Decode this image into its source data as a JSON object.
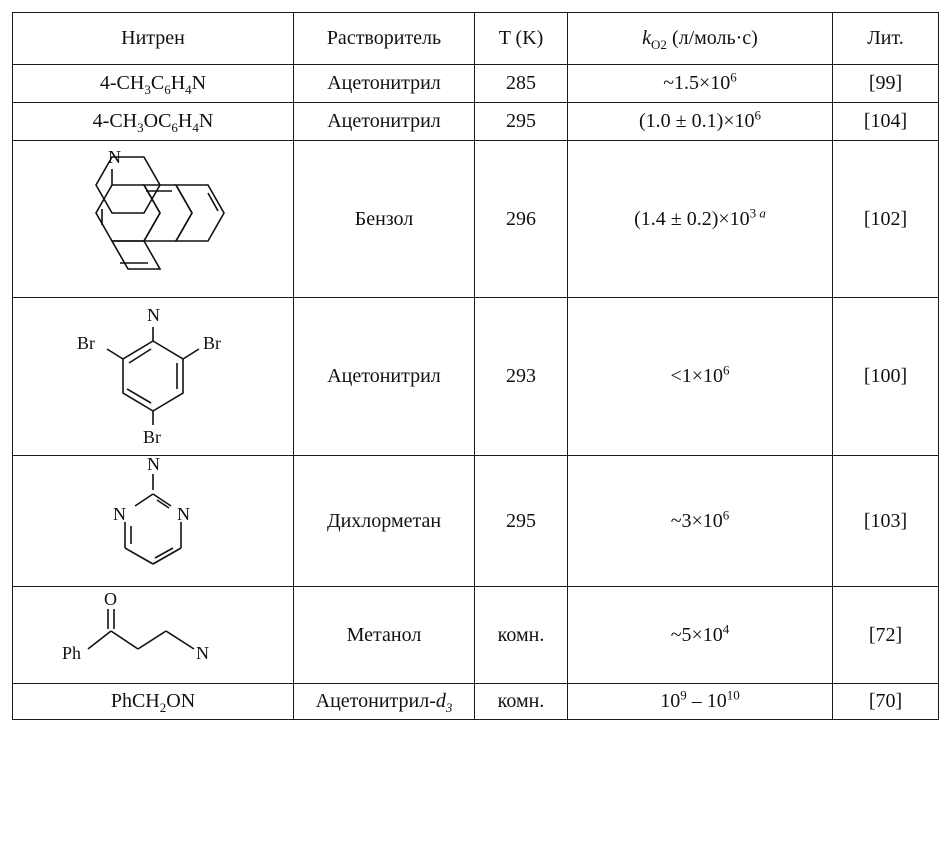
{
  "headers": {
    "nitrene": "Нитрен",
    "solvent": "Растворитель",
    "temp": "T (K)",
    "k_symbol": "k",
    "k_sub": "O2",
    "k_units": " (л/моль·с)",
    "ref": "Лит."
  },
  "rows": [
    {
      "n_a": "4-CH",
      "n_s1": "3",
      "n_b": "C",
      "n_s2": "6",
      "n_c": "H",
      "n_s3": "4",
      "n_d": "N",
      "solvent": "Ацетонитрил",
      "temp": "285",
      "k_mant": "~1.5×10",
      "k_exp": "6",
      "ref": "[99]"
    },
    {
      "n_a": "4-CH",
      "n_s1": "3",
      "n_b": "OC",
      "n_s2": "6",
      "n_c": "H",
      "n_s3": "4",
      "n_d": "N",
      "solvent": "Ацетонитрил",
      "temp": "295",
      "k_mant": "(1.0 ± 0.1)×10",
      "k_exp": "6",
      "ref": "[104]"
    },
    {
      "struct_labels": [
        "N"
      ],
      "solvent": "Бензол",
      "temp": "296",
      "k_mant": "(1.4 ± 0.2)×10",
      "k_exp": "3",
      "k_note": "a",
      "ref": "[102]"
    },
    {
      "struct_labels": [
        "N",
        "Br",
        "Br",
        "Br"
      ],
      "solvent": "Ацетонитрил",
      "temp": "293",
      "k_mant": "<1×10",
      "k_exp": "6",
      "ref": "[100]"
    },
    {
      "struct_labels": [
        "N",
        "N",
        "N"
      ],
      "solvent": "Дихлорметан",
      "temp": "295",
      "k_mant": "~3×10",
      "k_exp": "6",
      "ref": "[103]"
    },
    {
      "struct_labels": [
        "O",
        "Ph",
        "N"
      ],
      "solvent": "Метанол",
      "temp": "комн.",
      "k_mant": "~5×10",
      "k_exp": "4",
      "ref": "[72]"
    },
    {
      "n_a": "PhCH",
      "n_s1": "2",
      "n_b": "ON",
      "solvent_main": "Ацетонитрил-",
      "solvent_d": "d",
      "solvent_sub": "3",
      "temp": "комн.",
      "k_a": "10",
      "k_exp1": "9",
      "k_mid": " – 10",
      "k_exp2": "10",
      "ref": "[70]"
    }
  ]
}
